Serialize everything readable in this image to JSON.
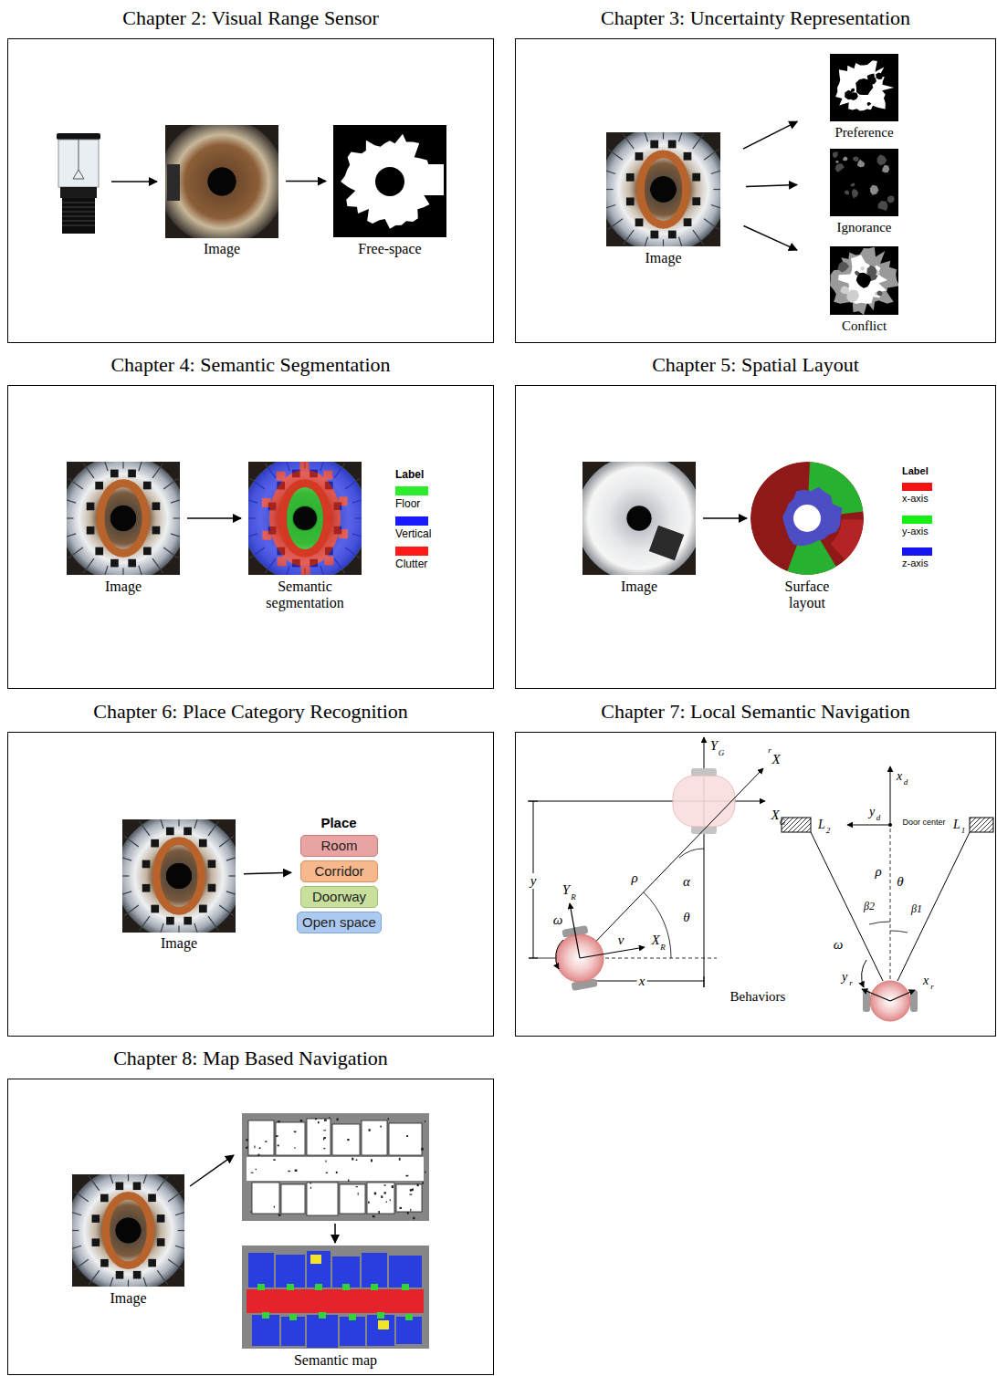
{
  "diagram": {
    "nodes": [
      {
        "text": [
          "Chapter 2: Visual Range Sensor"
        ]
      },
      {
        "text": [
          "Image"
        ],
        "in": 0
      },
      {
        "text": [
          "Free-space"
        ],
        "in": 0
      },
      {
        "text": [
          "Chapter 3: Uncertainty Representation"
        ]
      },
      {
        "text": [
          "Image"
        ],
        "in": 3
      },
      {
        "text": [
          "Preference"
        ],
        "in": 3
      },
      {
        "text": [
          "Ignorance"
        ],
        "in": 3
      },
      {
        "text": [
          "Conflict"
        ],
        "in": 3
      },
      {
        "text": [
          "Chapter 4: Semantic Segmentation"
        ]
      },
      {
        "text": [
          "Image"
        ],
        "in": 8
      },
      {
        "text": [
          "Semantic segmentation"
        ],
        "in": 8
      },
      {
        "text": [
          "Chapter 5: Spatial Layout"
        ]
      },
      {
        "text": [
          "Image"
        ],
        "in": 11
      },
      {
        "text": [
          "Surface layout"
        ],
        "in": 11
      },
      {
        "text": [
          "Chapter 6: Place Category Recognition"
        ]
      },
      {
        "text": [
          "Image"
        ],
        "in": 14
      },
      {
        "text": [
          "Room"
        ],
        "in": 14
      },
      {
        "text": [
          "Corridor"
        ],
        "in": 14
      },
      {
        "text": [
          "Doorway"
        ],
        "in": 14
      },
      {
        "text": [
          "Open space"
        ],
        "in": 14
      },
      {
        "text": [
          "Chapter 7: Local Semantic Navigation"
        ]
      },
      {
        "text": [
          "Chapter 8: Map Based Navigation"
        ]
      },
      {
        "text": [
          "Image"
        ],
        "in": 21
      },
      {
        "text": [
          "Semantic map"
        ],
        "in": 21
      }
    ],
    "edges": [
      {
        "from": 1,
        "to": 2,
        "arrow": "to"
      },
      {
        "from": 4,
        "to": 5,
        "arrow": "to"
      },
      {
        "from": 4,
        "to": 6,
        "arrow": "to"
      },
      {
        "from": 4,
        "to": 7,
        "arrow": "to"
      },
      {
        "from": 9,
        "to": 10,
        "arrow": "to"
      },
      {
        "from": 12,
        "to": 13,
        "arrow": "to"
      },
      {
        "from": 15,
        "to": 17,
        "arrow": "to"
      }
    ],
    "labels": [
      "Label",
      "Label",
      "Place",
      "Y",
      "G",
      "X",
      "G",
      "X",
      "r",
      "Y",
      "R",
      "X",
      "R",
      "ρ",
      "α",
      "θ",
      "v",
      "ω",
      "y",
      "x",
      "L",
      "2",
      "Door center",
      "L",
      "1",
      "y",
      "d",
      "x",
      "d",
      "ρ",
      "θ",
      "β2",
      "β1",
      "ω",
      "y",
      "r",
      "x",
      "r",
      "Behaviors"
    ],
    "legend": [
      {
        "text": "Floor",
        "color": "#2bee2b"
      },
      {
        "text": "Vertical",
        "color": "#1a1aff"
      },
      {
        "text": "Clutter",
        "color": "#ff1a1a"
      },
      {
        "text": "x-axis",
        "color": "#f01414"
      },
      {
        "text": "y-axis",
        "color": "#14f014"
      },
      {
        "text": "z-axis",
        "color": "#1414f0"
      }
    ]
  }
}
